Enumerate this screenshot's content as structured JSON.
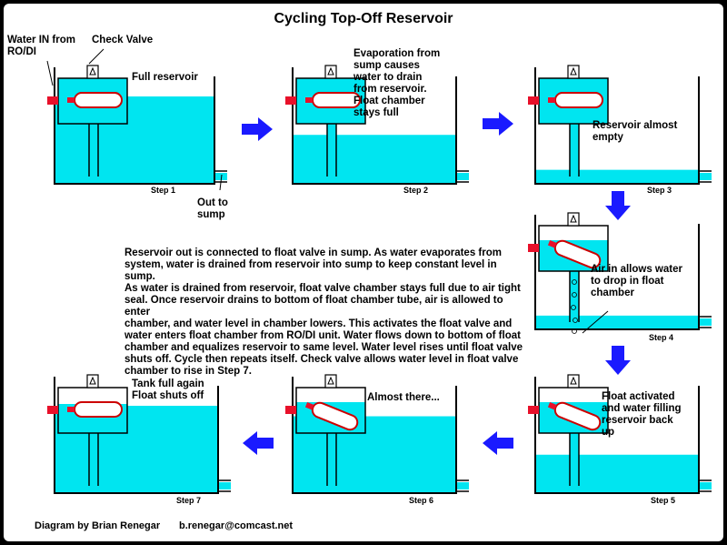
{
  "title": "Cycling Top-Off Reservoir",
  "colors": {
    "water": "#00e5f0",
    "float_fill": "#ffffff",
    "float_stroke": "#cc0000",
    "valve_red": "#e8102a",
    "arrow_blue": "#1a1aff",
    "line": "#000000"
  },
  "labels": {
    "water_in": "Water IN from\nRO/DI",
    "check_valve": "Check Valve",
    "out_to_sump": "Out to\nsump"
  },
  "steps": [
    {
      "label": "Step 1",
      "caption": "Full reservoir",
      "water_level": 0.75
    },
    {
      "label": "Step 2",
      "caption": "Evaporation from\nsump causes\nwater to drain\nfrom reservoir.\nFloat chamber\nstays full",
      "water_level": 0.42
    },
    {
      "label": "Step 3",
      "caption": "Reservoir almost\nempty",
      "water_level": 0.12
    },
    {
      "label": "Step 4",
      "caption": "Air in allows water\nto drop in float\nchamber",
      "water_level": 0.12
    },
    {
      "label": "Step 5",
      "caption": "Float activated\nand water filling\nreservoir back\nup",
      "water_level": 0.33
    },
    {
      "label": "Step 6",
      "caption": "Almost there...",
      "water_level": 0.66
    },
    {
      "label": "Step 7",
      "caption": "Tank full again\nFloat shuts off",
      "water_level": 0.75
    }
  ],
  "description": "Reservoir out is connected to float valve in sump.  As water evaporates from\nsystem, water is drained from reservoir into sump to keep constant level in sump.\nAs water is drained from reservoir, float valve chamber stays full due to air tight\nseal.  Once reservoir drains to bottom of float chamber tube, air is allowed to enter\nchamber, and water level in chamber lowers.  This activates the float valve and\nwater enters float chamber from RO/DI unit.  Water flows down to bottom of float\nchamber and equalizes reservoir to same level.  Water level rises until float valve\nshuts off.  Cycle then repeats itself.  Check valve allows water level in float valve\nchamber to rise in Step 7.",
  "footer": {
    "author": "Diagram by Brian Renegar",
    "email": "b.renegar@comcast.net"
  }
}
